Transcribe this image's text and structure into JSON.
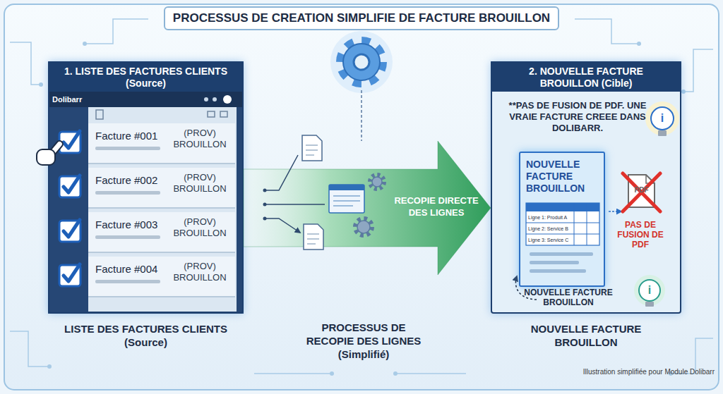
{
  "diagram": {
    "title": "PROCESSUS DE CREATION SIMPLIFIE DE FACTURE BROUILLON",
    "caption": "Illustration simplifiée pour Module Dolibarr",
    "nodes": [
      {
        "text": [
          "1. LISTE DES FACTURES CLIENTS (Source)",
          "LISTE DES FACTURES CLIENTS (Source)"
        ]
      },
      {
        "text": [
          "Facture #001",
          "(PROV) BROUILLON"
        ],
        "in": 0
      },
      {
        "text": [
          "Facture #002",
          "(PROV) BROUILLON"
        ],
        "in": 0
      },
      {
        "text": [
          "Facture #003",
          "(PROV) BROUILLON"
        ],
        "in": 0
      },
      {
        "text": [
          "Facture #004",
          "(PROV) BROUILLON"
        ],
        "in": 0
      },
      {
        "text": [
          "2. NOUVELLE FACTURE BROUILLON (Cible)",
          "NOUVELLE FACTURE BROUILLON"
        ]
      },
      {
        "text": [
          "NOUVELLE FACTURE BROUILLON"
        ],
        "in": 5
      }
    ],
    "edges": [
      {
        "from": 0,
        "to": 5,
        "arrow": "to",
        "label": "RECOPIE DIRECTE DES LIGNES"
      }
    ],
    "labels": [
      "Dolibarr",
      "PROCESSUS DE RECOPIE DES LIGNES (Simplifié)",
      "**PAS DE FUSION DE PDF. UNE VRAIE FACTURE CREEE DANS DOLIBARR.",
      "i",
      "Ligne 1: Produit A",
      "Ligne 2: Service B",
      "Ligne 3: Service C",
      "PDF",
      "PAS DE FUSION DE PDF",
      "NOUVELLE FACTURE BROUILLON",
      "i"
    ]
  }
}
